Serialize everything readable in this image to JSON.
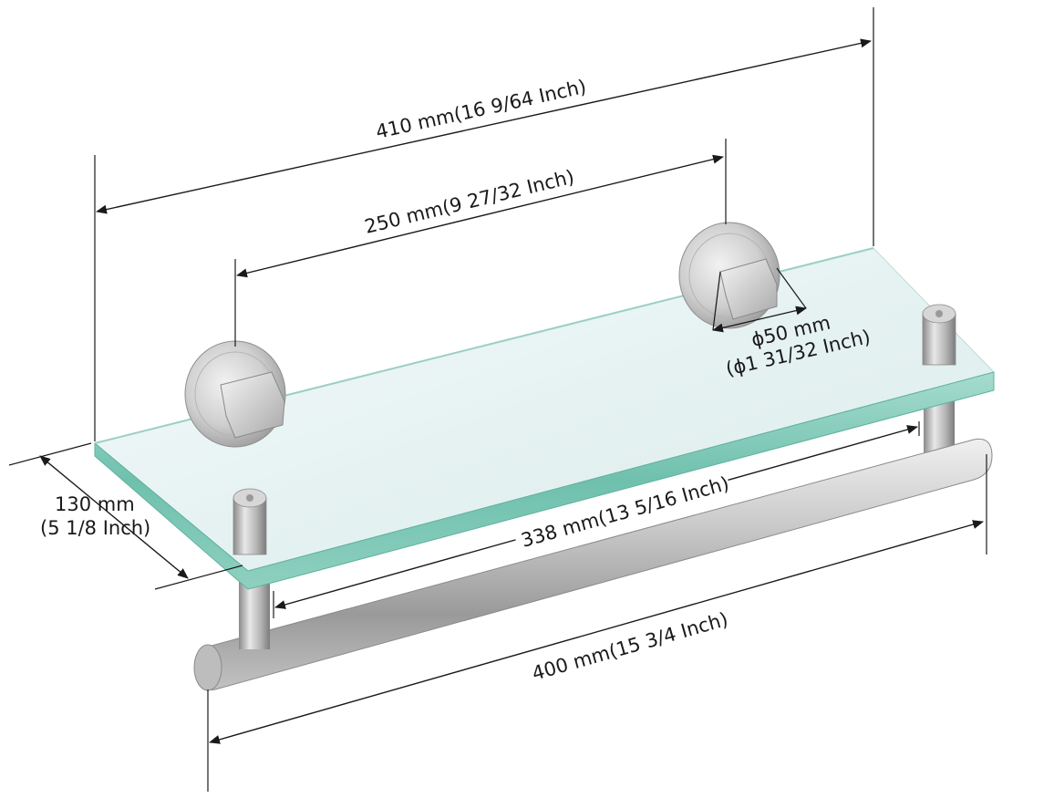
{
  "dimensions": {
    "overall_length": "410 mm(16 9/64 Inch)",
    "mount_spacing": "250 mm(9 27/32 Inch)",
    "mount_diameter_mm": "ϕ50 mm",
    "mount_diameter_in": "(ϕ1 31/32 Inch)",
    "depth_mm": "130 mm",
    "depth_in": "(5 1/8 Inch)",
    "bar_inner_length": "338 mm(13 5/16 Inch)",
    "bar_overall_length": "400 mm(15 3/4 Inch)"
  },
  "colors": {
    "glass_face": "#e8f3f3",
    "glass_edge": "#7fc7b6",
    "metal_light": "#e4e4e4",
    "metal_dark": "#8e8e8e",
    "dimension_ink": "#1a1a1a"
  }
}
